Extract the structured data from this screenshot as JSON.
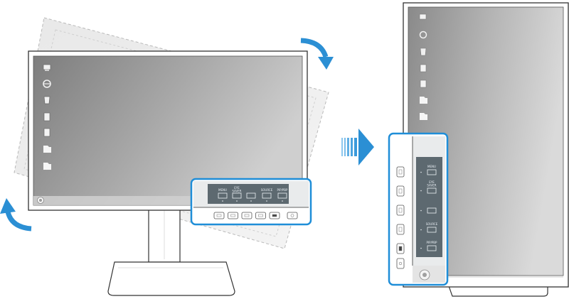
{
  "colors": {
    "accent": "#1f8ed8",
    "arrow": "#2b8fd4",
    "osd_panel": "#5d6970",
    "bezel": "#ffffff",
    "outline": "#333333"
  },
  "osd_horizontal": {
    "buttons": [
      {
        "label": "MENU",
        "icon": "menu-icon"
      },
      {
        "label": "EYE\nSAVER",
        "icon": "eye-saver-icon"
      },
      {
        "label": "",
        "icon": "brightness-icon"
      },
      {
        "label": "SOURCE",
        "icon": "source-icon"
      },
      {
        "label": "PIP/PBP",
        "icon": "pip-pbp-icon"
      }
    ]
  },
  "osd_vertical": {
    "buttons": [
      {
        "label": "MENU",
        "icon": "menu-icon"
      },
      {
        "label": "EYE\nSAVER",
        "icon": "eye-saver-icon"
      },
      {
        "label": "",
        "icon": "brightness-icon"
      },
      {
        "label": "SOURCE",
        "icon": "source-icon"
      },
      {
        "label": "PIP/PBP",
        "icon": "pip-pbp-icon"
      }
    ]
  },
  "icons": {
    "rotate_clockwise": "rotate-clockwise-arrow-icon",
    "rotate_counter_clockwise": "rotate-counter-clockwise-arrow-icon",
    "transition": "transition-arrow-icon",
    "desktop": [
      "computer-icon",
      "ie-icon",
      "recycle-bin-icon",
      "file-icon",
      "file-icon",
      "folder-icon",
      "folder-icon"
    ],
    "start": "start-orb-icon"
  }
}
